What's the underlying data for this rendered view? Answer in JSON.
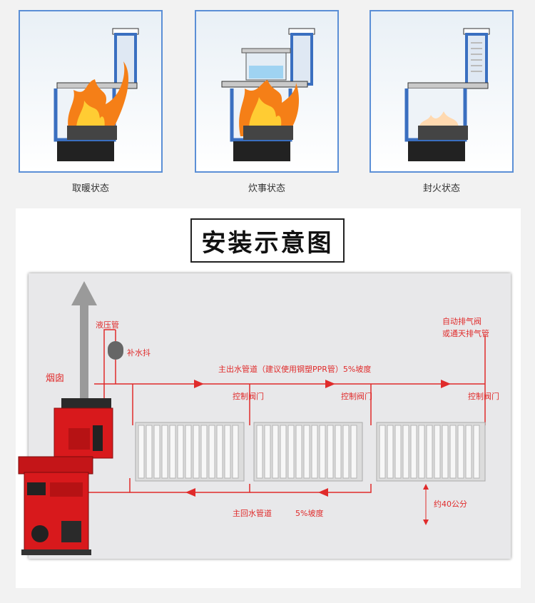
{
  "states": [
    {
      "caption": "取暖状态"
    },
    {
      "caption": "炊事状态"
    },
    {
      "caption": "封火状态"
    }
  ],
  "title": "安装示意图",
  "labels": {
    "hydraulic_pipe": "液压管",
    "chimney": "烟囱",
    "refill_bucket": "补水抖",
    "main_outlet": "主出水管道（建议使用钢塑PPR管）5%坡度",
    "control_valve_1": "控制阀门",
    "control_valve_2": "控制阀门",
    "control_valve_3": "控制阀门",
    "auto_vent_line1": "自动排气阀",
    "auto_vent_line2": "或通天排气管",
    "main_return": "主回水管道",
    "slope": "5%坡度",
    "height": "约40公分"
  },
  "colors": {
    "pipe_red": "#e02b2b",
    "panel_border": "#5b8fd6",
    "stove_red": "#d8191c"
  }
}
